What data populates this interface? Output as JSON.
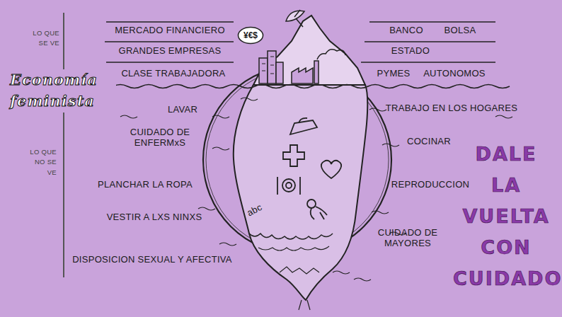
{
  "diagram": {
    "title": "Economía feminista",
    "nodes": [
      {
        "text": [
          "¥€$"
        ]
      }
    ],
    "labels": [
      "LO QUE SE VE",
      "MERCADO FINANCIERO",
      "GRANDES EMPRESAS",
      "CLASE TRABAJADORA",
      "BANCO",
      "BOLSA",
      "ESTADO",
      "PYMES",
      "AUTONOMOS",
      "LAVAR",
      "TRABAJO EN LOS HOGARES",
      "CUIDADO DE ENFERMxS",
      "COCINAR",
      "PLANCHAR LA ROPA",
      "REPRODUCCION",
      "VESTIR A LXS NINXS",
      "CUIDADO DE MAYORES",
      "DISPOSICION SEXUAL Y AFECTIVA",
      "LO QUE NO SE VE",
      "DALE LA VUELTA CON CUIDADO",
      "abc"
    ]
  }
}
